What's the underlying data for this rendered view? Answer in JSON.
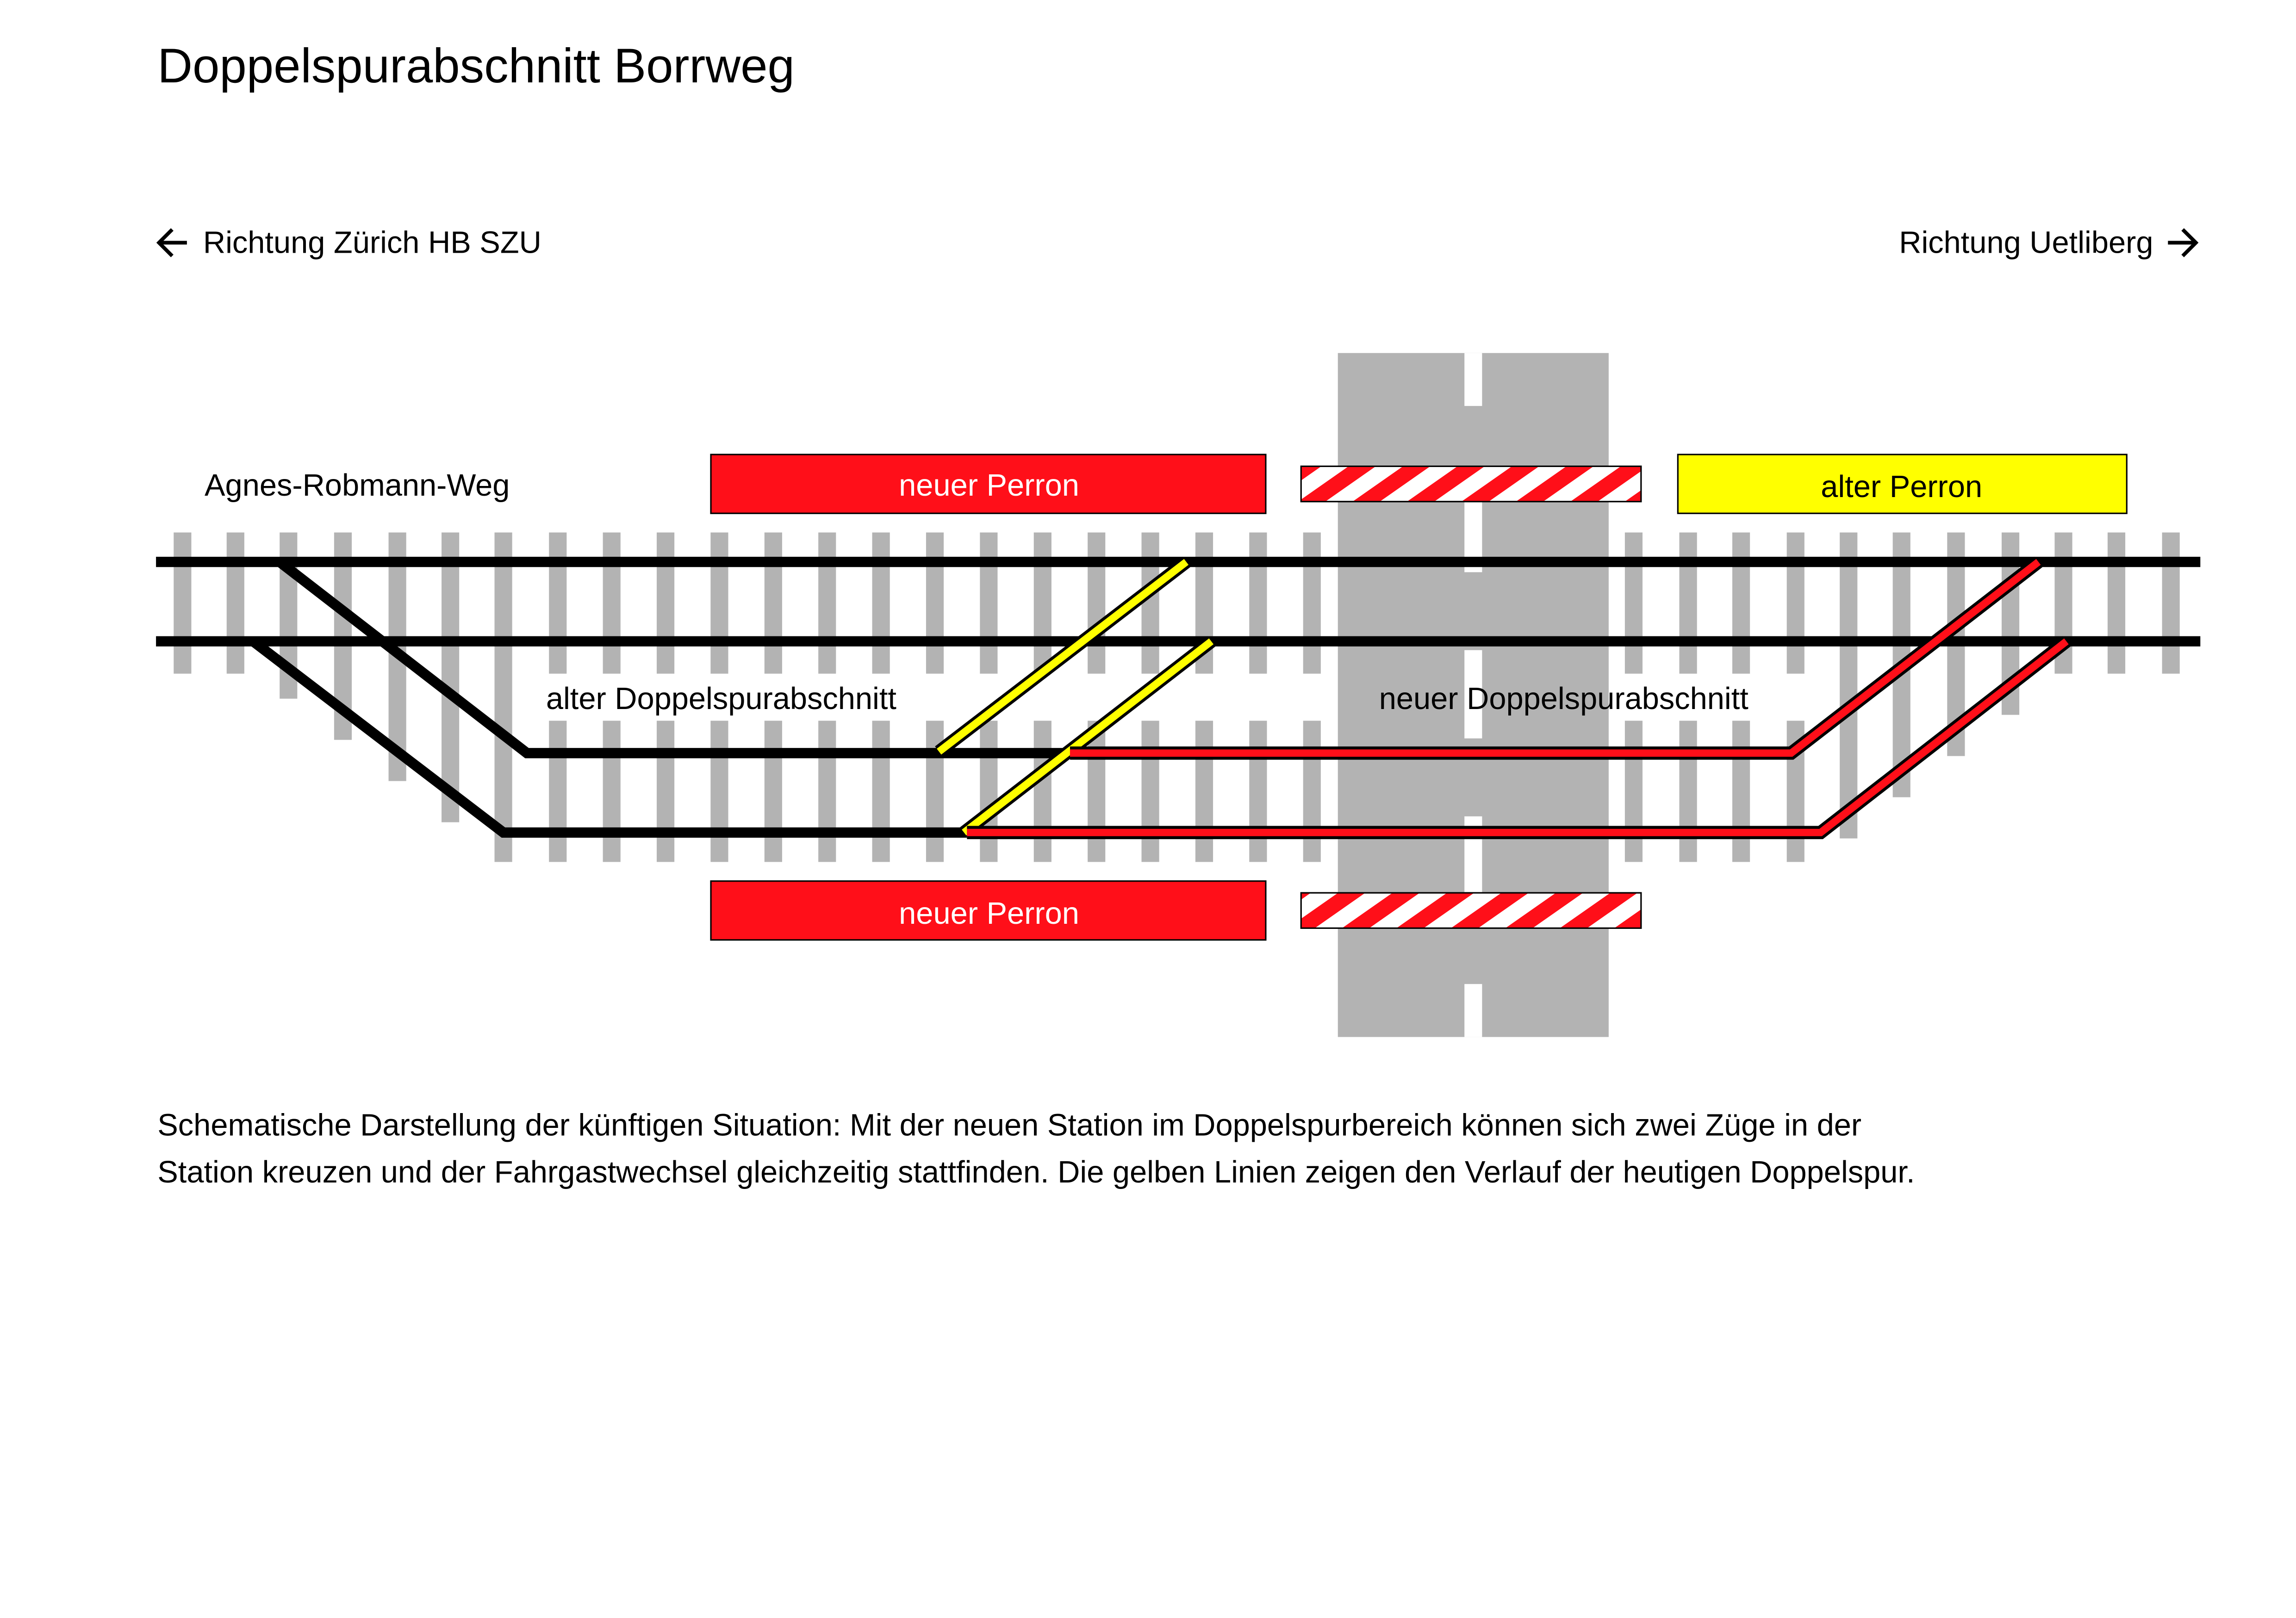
{
  "title": "Doppelspurabschnitt Borrweg",
  "directions": {
    "left": "Richtung Zürich HB SZU",
    "right": "Richtung Uetliberg"
  },
  "labels": {
    "street": "Agnes-Robmann-Weg",
    "old_section": "alter Doppelspurabschnitt",
    "new_section": "neuer Doppelspurabschnitt"
  },
  "platforms": {
    "new_top": "neuer Perron",
    "old": "alter Perron",
    "new_bottom": "neuer Perron"
  },
  "caption": [
    "Schematische Darstellung der künftigen Situation: Mit der neuen Station im Doppelspurbereich können sich zwei Züge in der",
    "Station kreuzen und der Fahrgastwechsel gleichzeitig stattfinden. Die gelben Linien zeigen den Verlauf der heutigen Doppelspur."
  ],
  "colors": {
    "new": "#ff0f19",
    "old": "#ffff00",
    "sleeper": "#b3b3b3",
    "rail": "#000000"
  }
}
